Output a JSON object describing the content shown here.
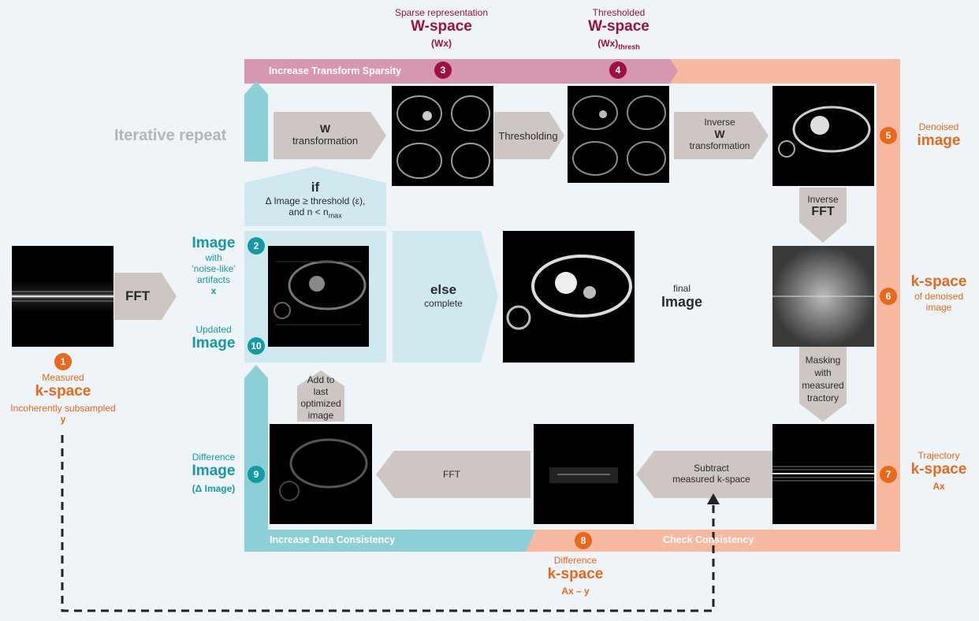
{
  "top": {
    "sparse": {
      "caption": "Sparse representation",
      "title": "W-space",
      "sub": "(Wx)"
    },
    "thresholded": {
      "caption": "Thresholded",
      "title": "W-space",
      "sub_main": "(Wx)",
      "sub_index": "thresh"
    },
    "band_label": "Increase Transform Sparsity"
  },
  "iterative_repeat": "Iterative repeat",
  "boxes": {
    "w_transform": {
      "line1": "W",
      "line2": "transformation"
    },
    "thresholding": "Thresholding",
    "inverse_w": {
      "line1": "Inverse",
      "line2": "W",
      "line3": "transformation"
    },
    "inverse_fft": {
      "line1": "Inverse",
      "line2": "FFT"
    },
    "condition": {
      "title": "if",
      "line1": "Δ Image ≥ threshold (ε),",
      "line2_main": "and n < n",
      "line2_sub": "max"
    },
    "fft_left": "FFT",
    "else": {
      "title": "else",
      "sub": "complete"
    },
    "final": {
      "line1": "final",
      "line2": "Image"
    },
    "masking": {
      "line1": "Masking",
      "line2": "with",
      "line3": "measured",
      "line4": "tractory"
    },
    "add_to": {
      "line1": "Add to",
      "line2": "last",
      "line3": "optimized",
      "line4": "image"
    },
    "fft_bottom": "FFT",
    "subtract": {
      "line1": "Subtract",
      "line2": "measured k-space"
    }
  },
  "left": {
    "measured": "Measured",
    "kspace": "k-space",
    "incoherent": "Incoherently subsampled",
    "y": "y"
  },
  "image_label": {
    "title": "Image",
    "with": "with",
    "noise": "‘noise-like’",
    "artifacts": "artifacts",
    "x": "x"
  },
  "updated": {
    "line1": "Updated",
    "title": "Image"
  },
  "difference_image": {
    "line1": "Difference",
    "title": "Image",
    "sub": "(Δ Image)"
  },
  "denoised": {
    "line1": "Denoised",
    "title": "image"
  },
  "kspace_denoised": {
    "title": "k-space",
    "line1": "of denoised",
    "line2": "image"
  },
  "trajectory": {
    "line1": "Trajectory",
    "title": "k-space",
    "sub": "Ax"
  },
  "difference_kspace": {
    "line1": "Difference",
    "title": "k-space",
    "sub": "Ax – y"
  },
  "bands": {
    "data_consistency": "Increase Data Consistency",
    "check_consistency": "Check Consistency"
  },
  "steps": [
    "1",
    "2",
    "3",
    "4",
    "5",
    "6",
    "7",
    "8",
    "9",
    "10"
  ],
  "colors": {
    "pink": "#d796b2",
    "salmon": "#f7b9a0",
    "teal_band": "#8ccfd6",
    "light_teal": "#cfe9ee",
    "gray_arrow": "#cdc6c3",
    "orange": "#e8691c",
    "maroon": "#9b1140",
    "teal": "#159aa5"
  }
}
